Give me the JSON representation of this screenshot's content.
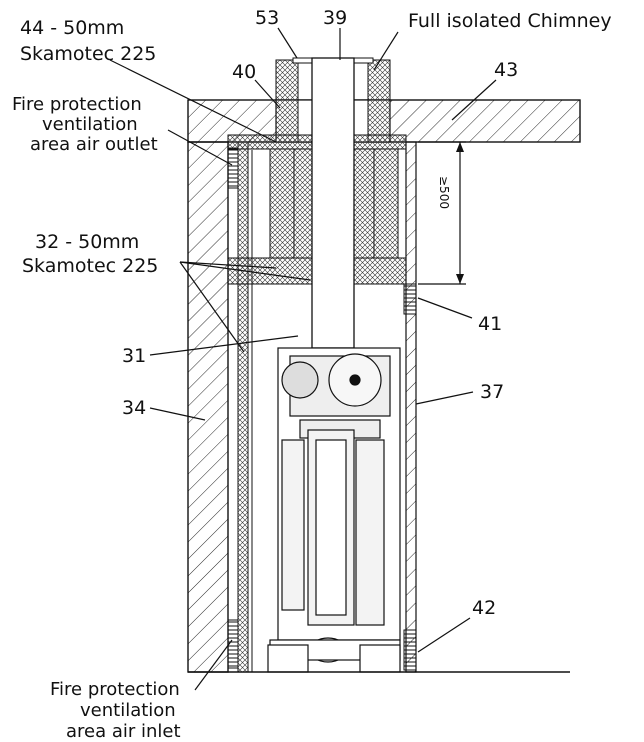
{
  "labels": {
    "insulation_top_1": "44 - 50mm",
    "insulation_top_2": "Skamotec 225",
    "num_53": "53",
    "num_39": "39",
    "chimney": "Full isolated Chimney",
    "num_40": "40",
    "num_43": "43",
    "outlet_1": "Fire protection",
    "outlet_2": "ventilation",
    "outlet_3": "area air outlet",
    "dim_500": "≥500",
    "insulation_mid_1": "32 - 50mm",
    "insulation_mid_2": "Skamotec 225",
    "num_41": "41",
    "num_31": "31",
    "num_37": "37",
    "num_34": "34",
    "num_42": "42",
    "inlet_1": "Fire protection",
    "inlet_2": "ventilation",
    "inlet_3": "area air inlet"
  }
}
